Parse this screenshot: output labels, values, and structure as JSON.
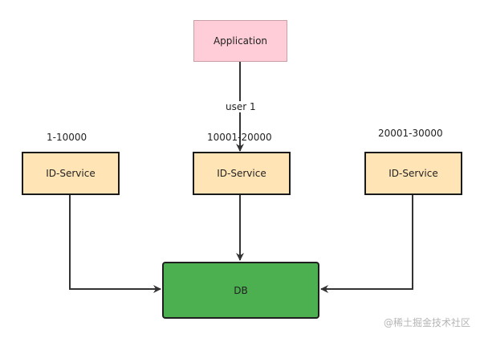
{
  "nodes": {
    "application": "Application",
    "id_service_1": "ID-Service",
    "id_service_2": "ID-Service",
    "id_service_3": "ID-Service",
    "db": "DB"
  },
  "labels": {
    "range_1": "1-10000",
    "range_2": "10001-20000",
    "range_3": "20001-30000",
    "request": "user 1"
  },
  "watermark": "@稀土掘金技术社区",
  "colors": {
    "application_fill": "#ffcdd8",
    "service_fill": "#ffe4b5",
    "db_fill": "#4caf50",
    "edge": "#333333"
  }
}
